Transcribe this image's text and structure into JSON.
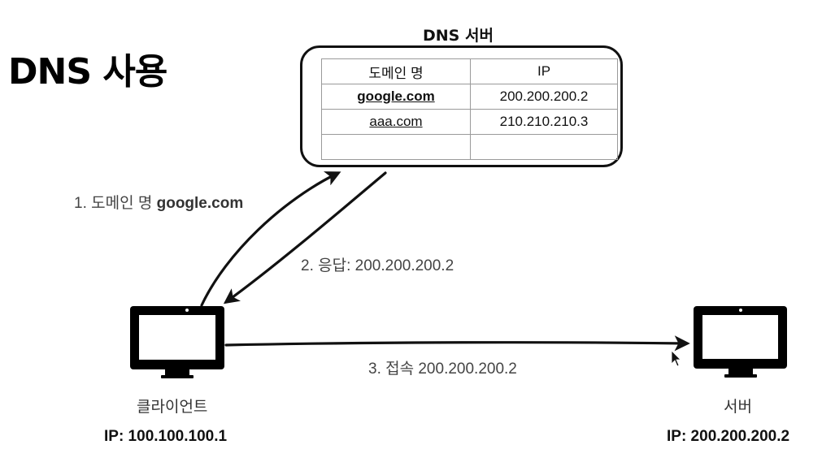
{
  "title": "DNS 사용",
  "dns_server": {
    "title": "DNS 서버",
    "headers": {
      "domain": "도메인 명",
      "ip": "IP"
    },
    "rows": [
      {
        "domain": "google.com",
        "ip": "200.200.200.2"
      },
      {
        "domain": "aaa.com",
        "ip": "210.210.210.3"
      },
      {
        "domain": "",
        "ip": ""
      }
    ]
  },
  "steps": {
    "step1": {
      "prefix": "1. 도메인 명 ",
      "domain": "google.com"
    },
    "step2": "2. 응답: 200.200.200.2",
    "step3": "3. 접속 200.200.200.2"
  },
  "client": {
    "label": "클라이언트",
    "ip": "IP: 100.100.100.1"
  },
  "server": {
    "label": "서버",
    "ip": "IP: 200.200.200.2"
  }
}
